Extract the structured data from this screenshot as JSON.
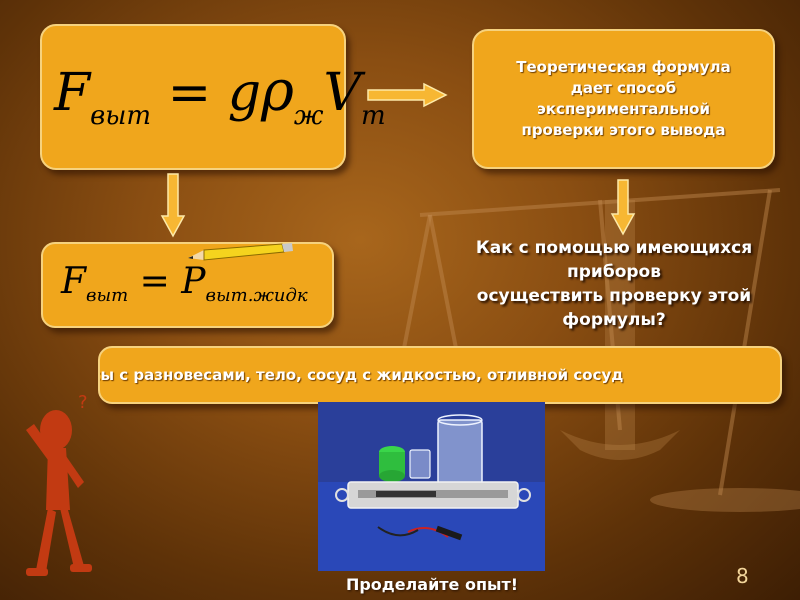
{
  "formula_main": {
    "F": "F",
    "F_sub": "выт",
    "eq": "=",
    "g": "g",
    "rho": "ρ",
    "rho_sub": "ж",
    "V": "V",
    "V_sub": "т"
  },
  "formula_second": {
    "F": "F",
    "F_sub": "выт",
    "eq": "=",
    "P": "P",
    "P_sub": "выт.жидк"
  },
  "theory_box": {
    "lines": [
      "Теоретическая формула",
      "дает способ",
      "экспериментальной",
      "проверки этого вывода"
    ]
  },
  "question": {
    "lines": [
      "Как с помощью имеющихся",
      "приборов",
      "осуществить проверку этой",
      "формулы?"
    ]
  },
  "answer": "Весы с разновесами, тело, сосуд с жидкостью, отливной сосуд",
  "caption": "Проделайте опыт!",
  "page_number": "8",
  "colors": {
    "box_fill": "#f0a61c",
    "box_border": "#f6d27e",
    "background": "#8a4e12",
    "arrow": "#f7b733",
    "photo_bg": "#2a48b8"
  },
  "icons": [
    "balance-scale-icon",
    "pencil-icon",
    "thinking-figure-icon",
    "arrow-right-icon",
    "arrow-down-icon"
  ]
}
